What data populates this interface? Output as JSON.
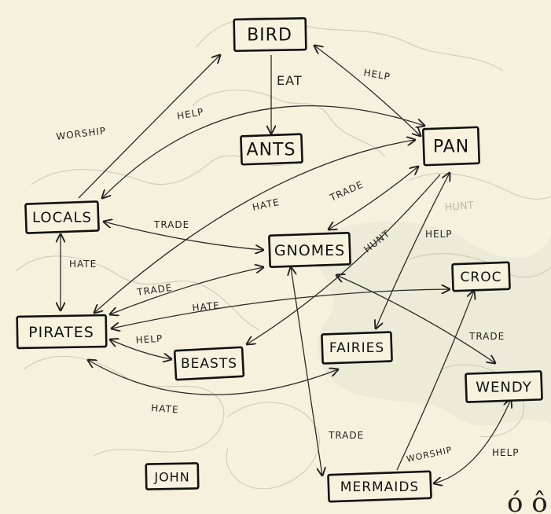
{
  "nodes": {
    "bird": {
      "label": "BIRD"
    },
    "ants": {
      "label": "ANTS"
    },
    "pan": {
      "label": "PAN"
    },
    "locals": {
      "label": "LOCALS"
    },
    "gnomes": {
      "label": "GNOMES"
    },
    "croc": {
      "label": "CROC"
    },
    "pirates": {
      "label": "PIRATES"
    },
    "beasts": {
      "label": "BEASTS"
    },
    "fairies": {
      "label": "FAIRIES"
    },
    "wendy": {
      "label": "WENDY"
    },
    "john": {
      "label": "JOHN"
    },
    "mermaids": {
      "label": "MERMAIDS"
    }
  },
  "edges": {
    "bird_ants": {
      "label": "EAT"
    },
    "bird_pan": {
      "label": "HELP"
    },
    "locals_bird": {
      "label": "WORSHIP"
    },
    "locals_pan": {
      "label": "HELP"
    },
    "locals_gnomes": {
      "label": "TRADE"
    },
    "locals_pirates": {
      "label": "HATE"
    },
    "pirates_pan": {
      "label": "HATE"
    },
    "gnomes_pan": {
      "label": "TRADE"
    },
    "pan_beasts": {
      "label": "HUNT"
    },
    "pan_fairies": {
      "label": "HELP"
    },
    "pirates_gnomes": {
      "label": "TRADE"
    },
    "pirates_croc": {
      "label": "HATE"
    },
    "pirates_beasts": {
      "label": "HELP"
    },
    "pirates_fairies": {
      "label": "HATE"
    },
    "gnomes_wendy": {
      "label": "TRADE"
    },
    "gnomes_mermaids": {
      "label": "TRADE"
    },
    "mermaids_croc": {
      "label": "WORSHIP"
    },
    "wendy_mermaids": {
      "label": "HELP"
    }
  },
  "background": {
    "faint_label": "HUNT",
    "corner_glyphs": "ó ô"
  }
}
